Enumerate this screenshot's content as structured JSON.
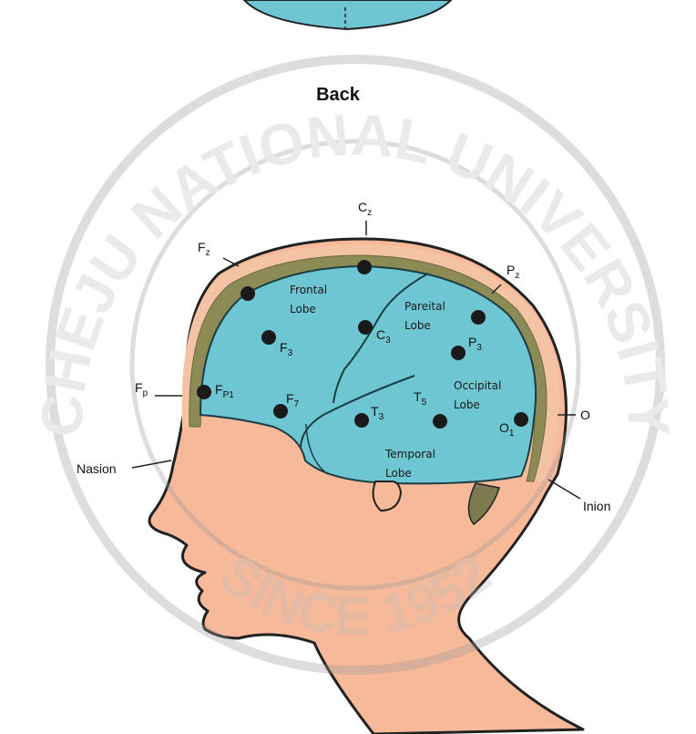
{
  "header": {
    "view_label": "Back"
  },
  "watermark": {
    "top_arc": "CHEJU NATIONAL UNIVERSITY",
    "bottom_arc": "SINCE 1952"
  },
  "colors": {
    "brain": "#6ec6d2",
    "skin": "#f6b99a",
    "skull": "#f4c3a6",
    "dura": "#8c8a55",
    "electrode": "#1a1a1a"
  },
  "electrodes": [
    {
      "id": "Cz",
      "label": "C",
      "sub": "z"
    },
    {
      "id": "Fz",
      "label": "F",
      "sub": "z"
    },
    {
      "id": "Pz",
      "label": "P",
      "sub": "z"
    },
    {
      "id": "Fp",
      "label": "F",
      "sub": "p"
    },
    {
      "id": "O",
      "label": "O",
      "sub": ""
    },
    {
      "id": "Fp1",
      "label": "F",
      "sub": "P1"
    },
    {
      "id": "F3",
      "label": "F",
      "sub": "3"
    },
    {
      "id": "F7",
      "label": "F",
      "sub": "7"
    },
    {
      "id": "C3",
      "label": "C",
      "sub": "3"
    },
    {
      "id": "P3",
      "label": "P",
      "sub": "3"
    },
    {
      "id": "T3",
      "label": "T",
      "sub": "3"
    },
    {
      "id": "T5",
      "label": "T",
      "sub": "5"
    },
    {
      "id": "O1",
      "label": "O",
      "sub": "1"
    }
  ],
  "lobes": {
    "frontal": [
      "Frontal",
      "Lobe"
    ],
    "parietal": [
      "Pareital",
      "Lobe"
    ],
    "occipital": [
      "Occipital",
      "Lobe"
    ],
    "temporal": [
      "Temporal",
      "Lobe"
    ]
  },
  "landmarks": {
    "nasion": "Nasion",
    "inion": "Inion"
  }
}
